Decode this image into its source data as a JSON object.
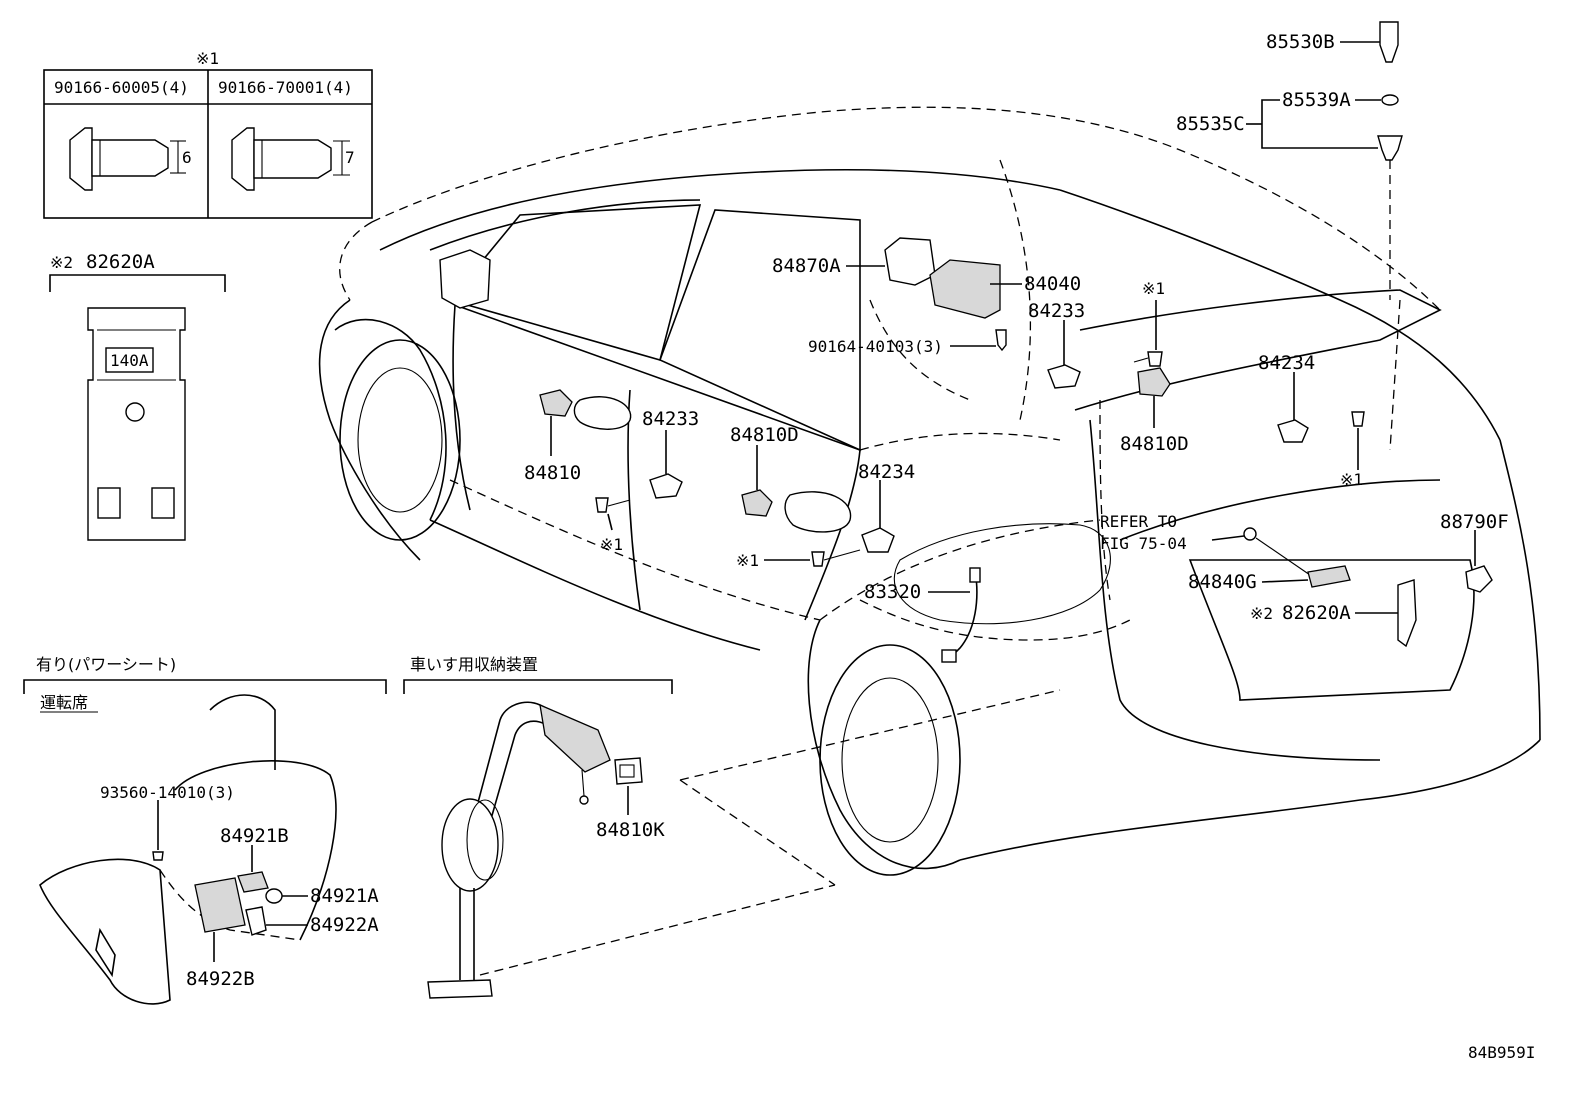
{
  "diagram_code": "84B959I",
  "note_marks": {
    "mark1": "※1",
    "mark2": "※2"
  },
  "fastener_table": {
    "note": "※1",
    "col1_part": "90166-60005(4)",
    "col1_dim": "6",
    "col2_part": "90166-70001(4)",
    "col2_dim": "7"
  },
  "bracket_inset": {
    "note": "※2",
    "part": "82620A",
    "label": "140A"
  },
  "power_seat_inset": {
    "title": "有り(パワーシート)",
    "subtitle": "運転席",
    "parts": [
      "93560-14010(3)",
      "84921B",
      "84921A",
      "84922A",
      "84922B"
    ]
  },
  "wheelchair_inset": {
    "title": "車いす用収納装置",
    "part": "84810K"
  },
  "callouts": {
    "p85530B": "85530B",
    "p85539A": "85539A",
    "p85535C": "85535C",
    "p84870A": "84870A",
    "p84040": "84040",
    "p90164": "90164-40103(3)",
    "p84233_rear": "84233",
    "p84233_front": "84233",
    "p84234_right": "84234",
    "p84234_center": "84234",
    "p84810": "84810",
    "p84810D_front": "84810D",
    "p84810D_rear": "84810D",
    "p83320": "83320",
    "p88790F": "88790F",
    "p84840G": "84840G",
    "p82620A": "82620A",
    "refer_line1": "REFER TO",
    "refer_line2": "FIG 75-04"
  }
}
